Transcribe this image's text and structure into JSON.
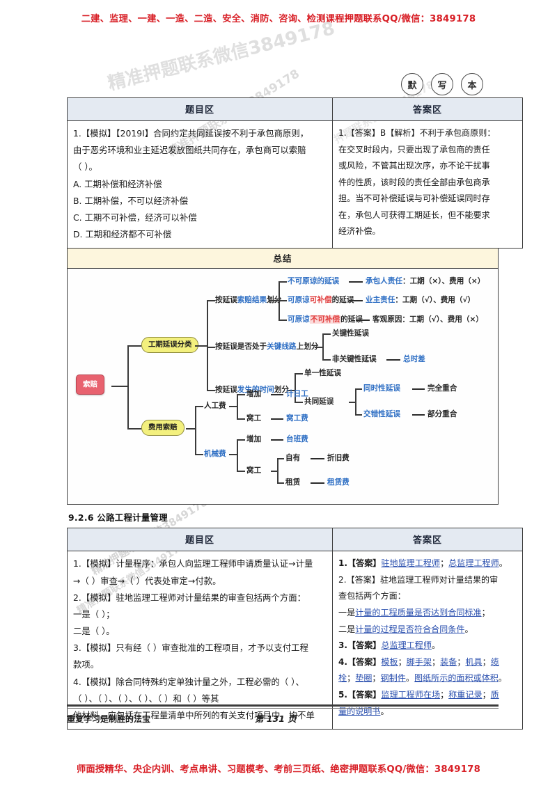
{
  "promo": {
    "top": "二建、监理、一建、一造、二造、安全、消防、咨询、检测课程押题联系QQ/微信：3849178",
    "bottom": "师面授精华、央企内训、考点串讲、习题模考、考前三页纸、绝密押题联系QQ/微信：3849178"
  },
  "watermarks": {
    "w1": "精准押题联系微信3849178",
    "w2": "精准押题联系微信3849178",
    "w3": "精准押题联系微信3849178",
    "w4": "精准押题联系微信3849178",
    "w5": "押题联系微信3849178"
  },
  "stamps": [
    {
      "label": "默"
    },
    {
      "label": "写"
    },
    {
      "label": "本"
    }
  ],
  "table1": {
    "header_question": "题目区",
    "header_answer": "答案区",
    "question": {
      "lines": [
        "1.【模拟】【2019Ⅰ】合同约定共同延误按不利于承包商原则，",
        "由于恶劣环境和业主延迟发放图纸共同存在，承包商可以索赔",
        "（    ）。"
      ],
      "options": [
        "A. 工期补偿和经济补偿",
        "B. 工期补偿，不可以经济补偿",
        "C. 工期不可补偿，经济可以补偿",
        "D. 工期和经济都不可补偿"
      ]
    },
    "answer": {
      "lines": [
        "1.【答案】B【解析】不利于承包商原则：",
        "在交叉时段内，只要出现了承包商的责任",
        "或风险，不管其出现次序，亦不论干扰事",
        "件的性质，该时段的责任全部由承包商承",
        "担。当不可补偿延误与可补偿延误同时存",
        "在，承包人可获得工期延长，但不能要求",
        "经济补偿。"
      ]
    }
  },
  "summary": {
    "title": "总结",
    "root": "索赔",
    "branch1": {
      "label": "工期延误分类",
      "sub1": {
        "label_pre": "按延误",
        "label_hl": "索赔结果",
        "label_post": "划分",
        "items": [
          {
            "name_parts": [
              {
                "t": "不可原谅的延误",
                "c": "blue"
              }
            ],
            "result_label": "承包人责任",
            "result_detail": "工期（×）、费用（×）"
          },
          {
            "name_parts": [
              {
                "t": "可原谅",
                "c": "blue"
              },
              {
                "t": "可补偿",
                "c": "red"
              },
              {
                "t": "的延误",
                "c": "blue"
              }
            ],
            "result_label": "业主责任",
            "result_detail": "工期（√）、费用（√）"
          },
          {
            "name_parts": [
              {
                "t": "可原谅",
                "c": "blue"
              },
              {
                "t": "不可补偿",
                "c": "redbg"
              },
              {
                "t": "的延误",
                "c": "blue"
              }
            ],
            "result_label": "客观原因",
            "result_detail": "工期（√）、费用（×）"
          }
        ]
      },
      "sub2": {
        "label_pre": "按延误是否处于",
        "label_hl": "关键线路",
        "label_post": "上划分",
        "items": [
          {
            "name": "关键性延误",
            "tail": ""
          },
          {
            "name": "非关键性延误",
            "tail": "总时差"
          }
        ]
      },
      "sub3": {
        "label_pre": "按延误",
        "label_hl": "发生的时间",
        "label_post": "划分",
        "items": [
          {
            "name": "单一性延误",
            "children": []
          },
          {
            "name": "共同延误",
            "children": [
              {
                "name": "同时性延误",
                "tail": "完全重合"
              },
              {
                "name": "交错性延误",
                "tail": "部分重合"
              }
            ]
          }
        ]
      }
    },
    "branch2": {
      "label": "费用索赔",
      "groups": [
        {
          "name": "人工费",
          "items": [
            {
              "name": "增加",
              "tail": "计日工"
            },
            {
              "name": "窝工",
              "tail": "窝工费"
            }
          ]
        },
        {
          "name": "机械费",
          "items": [
            {
              "name": "增加",
              "tail": "台班费"
            },
            {
              "name": "窝工",
              "children": [
                {
                  "name": "自有",
                  "tail": "折旧费"
                },
                {
                  "name": "租赁",
                  "tail": "租赁费"
                }
              ]
            }
          ]
        }
      ]
    }
  },
  "section": {
    "caption": "9.2.6 公路工程计量管理"
  },
  "table2": {
    "header_question": "题目区",
    "header_answer": "答案区",
    "question": {
      "lines": [
        "1.【模拟】计量程序：承包人向监理工程师申请质量认证→计量",
        "→（    ）审查→（    ）代表处审定→付款。",
        "2.【模拟】驻地监理工程师对计量结果的审查包括两个方面：",
        "一是（    ）；",
        "二是（    ）。",
        "3.【模拟】只有经（    ）审查批准的工程项目，才予以支付工程",
        "款项。",
        "4.【模拟】除合同特殊约定单独计量之外，工程必需的（    ）、",
        "（    ）、（    ）、（    ）、（    ）、（    ）和（    ）等其",
        "他材料，应包括在工程量清单中所列的有关支付项目中，均不单"
      ]
    },
    "answer": {
      "lines": [
        "1.【答案】驻地监理工程师；总监理工程师。",
        "2.【答案】驻地监理工程师对计量结果的审",
        "查包括两个方面：",
        "一是计量的工程质量是否达到合同标准；",
        "二是计量的过程是否符合合同条件。",
        "3.【答案】总监理工程师。",
        "4.【答案】模板；脚手架；装备；机具；缆",
        "栓；垫圈；钢制件。图纸所示的面积或体积。",
        "5.【答案】监理工程师在场；称重记录；质",
        "量的说明书。"
      ]
    }
  },
  "footer": {
    "left": "重复学习是制胜的法宝",
    "page": "第 131 页"
  }
}
